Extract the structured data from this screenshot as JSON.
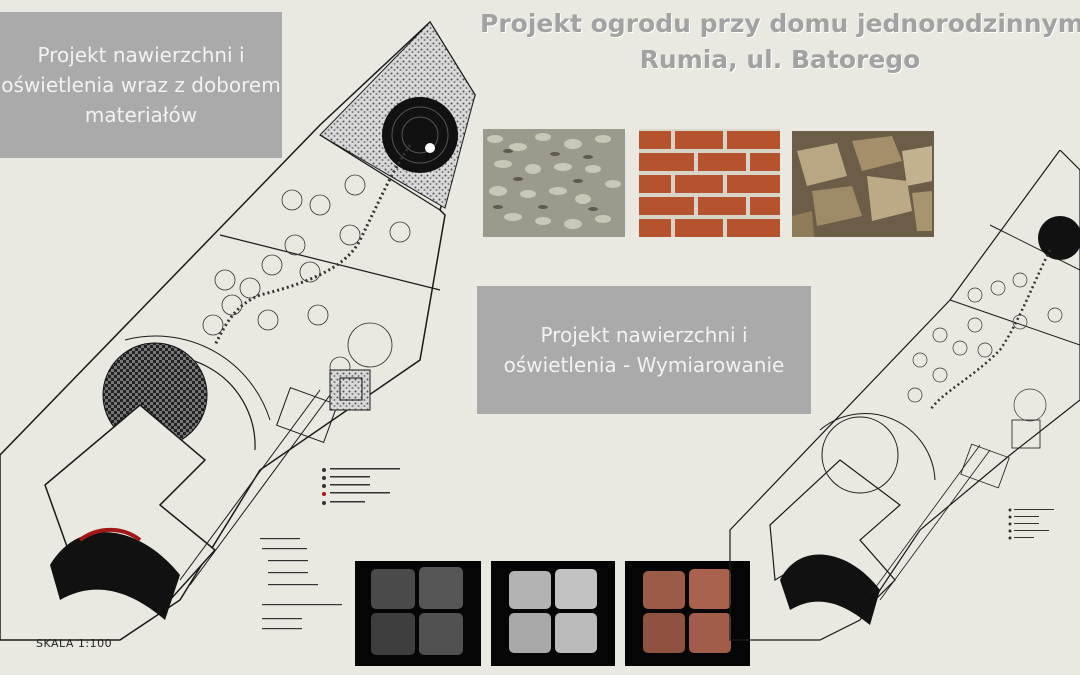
{
  "title": {
    "line1": "Projekt ogrodu przy domu jednorodzinnym",
    "line2": "Rumia, ul. Batorego"
  },
  "panel_left": {
    "lines": [
      "Projekt nawierzchni i",
      "oświetlenia wraz z doborem",
      "materiałów"
    ]
  },
  "panel_right": {
    "lines": [
      "Projekt nawierzchni i",
      "oświetlenia - Wymiarowanie"
    ]
  },
  "scale_label": "SKALA 1:100",
  "materials_top": [
    {
      "name": "gravel-texture",
      "color": "#9c9a8c"
    },
    {
      "name": "brick-texture",
      "color": "#b5532f"
    },
    {
      "name": "stone-texture",
      "color": "#a58f6a"
    }
  ],
  "materials_bottom": [
    {
      "name": "dark-granite-cobbles",
      "color": "#4a4a4a"
    },
    {
      "name": "grey-granite-cobbles",
      "color": "#b3b3b3"
    },
    {
      "name": "red-granite-cobbles",
      "color": "#9c5a48"
    }
  ],
  "colors": {
    "background": "#e9e8e1",
    "label_box": "#aaaaaa",
    "title": "#a2a2a2",
    "plan_line": "#1a1a1a",
    "accent_red": "#a01818"
  }
}
